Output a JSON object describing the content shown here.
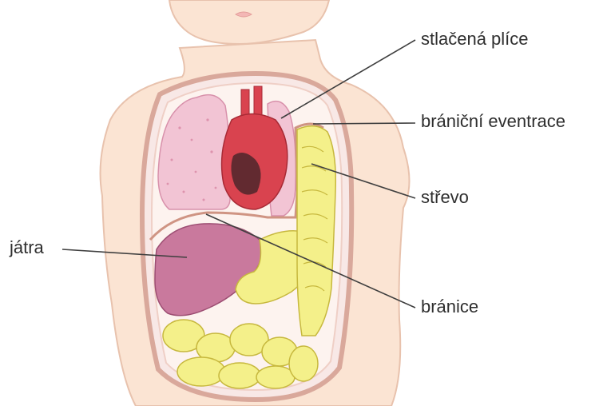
{
  "labels": {
    "compressed_lung": "stlačená plíce",
    "diaphragmatic_eventration": "brániční eventrace",
    "bowel": "střevo",
    "diaphragm": "bránice",
    "liver": "játra"
  },
  "colors": {
    "skin": "#fbe4d3",
    "skin_outline": "#e8c2ad",
    "cavity_outline": "#d9a89b",
    "lung": "#f2c4d4",
    "heart": "#d9434f",
    "liver": "#c9799d",
    "intestine": "#f4f08a",
    "leader_line": "#3f3f3f"
  }
}
